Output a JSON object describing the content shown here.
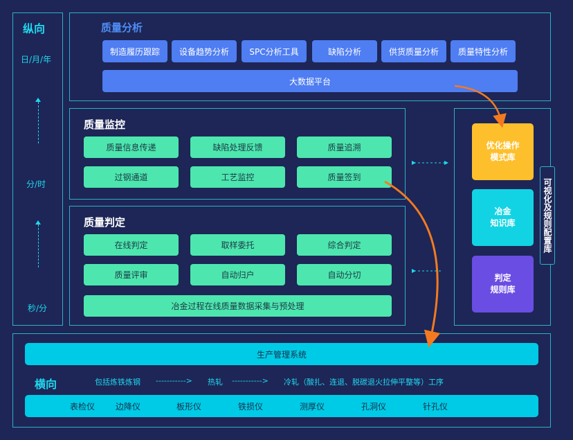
{
  "vertical": {
    "title": "纵向",
    "levels": [
      "日/月/年",
      "分/时",
      "秒/分"
    ]
  },
  "analysis": {
    "title": "质量分析",
    "buttons": [
      "制造履历跟踪",
      "设备趋势分析",
      "SPC分析工具",
      "缺陷分析",
      "供货质量分析",
      "质量特性分析"
    ],
    "platform": "大数据平台"
  },
  "monitor": {
    "title": "质量监控",
    "buttons": [
      "质量信息传递",
      "缺陷处理反馈",
      "质量追溯",
      "过钢通道",
      "工艺监控",
      "质量签到"
    ]
  },
  "judge": {
    "title": "质量判定",
    "buttons": [
      "在线判定",
      "取样委托",
      "综合判定",
      "质量评审",
      "自动归户",
      "自动分切"
    ],
    "wide": "冶金过程在线质量数据采集与预处理"
  },
  "libraries": {
    "label": "可视化及规则配置库",
    "items": [
      {
        "line1": "优化操作",
        "line2": "模式库",
        "color": "#fdbf2b"
      },
      {
        "line1": "冶金",
        "line2": "知识库",
        "color": "#12d3e3"
      },
      {
        "line1": "判定",
        "line2": "规则库",
        "color": "#6a4de3"
      }
    ]
  },
  "horizontal": {
    "title": "横向",
    "system": "生产管理系统",
    "flow": [
      "包括炼铁炼钢",
      "热轧",
      "冷轧（酸扎、连退、脱碳退火拉伸平整等）工序"
    ],
    "instruments": [
      "表检仪",
      "边降仪",
      "板形仪",
      "铁损仪",
      "测厚仪",
      "孔洞仪",
      "针孔仪"
    ]
  },
  "colors": {
    "background": "#1d2656",
    "panel_border": "#2fb0c8",
    "blue_button": "#4f7df2",
    "green_button": "#4de6ae",
    "cyan_bar": "#00cbe6",
    "accent_arrow": "#f47a20"
  }
}
